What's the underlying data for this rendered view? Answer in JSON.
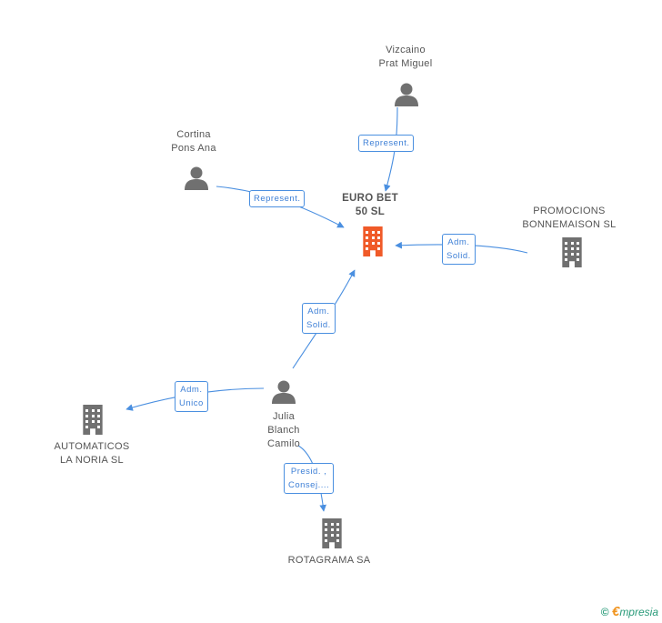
{
  "colors": {
    "edge": "#4a8fe0",
    "node_gray": "#707070",
    "focus": "#f05a28"
  },
  "nodes": {
    "euro_bet": {
      "label": "EURO BET\n50 SL",
      "icon": "building-icon"
    },
    "vizcaino": {
      "label": "Vizcaino\nPrat Miguel",
      "icon": "person-icon"
    },
    "cortina": {
      "label": "Cortina\nPons Ana",
      "icon": "person-icon"
    },
    "promocions": {
      "label": "PROMOCIONS\nBONNEMAISON SL",
      "icon": "building-icon"
    },
    "julia": {
      "label": "Julia\nBlanch\nCamilo",
      "icon": "person-icon"
    },
    "automaticos": {
      "label": "AUTOMATICOS\nLA NORIA SL",
      "icon": "building-icon"
    },
    "rotagrama": {
      "label": "ROTAGRAMA SA",
      "icon": "building-icon"
    }
  },
  "edges": {
    "vizcaino_represent": "Represent.",
    "cortina_represent": "Represent.",
    "promocions_adm": "Adm.\nSolid.",
    "julia_adm_solid": "Adm.\nSolid.",
    "julia_adm_unico": "Adm.\nUnico",
    "julia_presid": "Presid. ,\nConsej...."
  },
  "footer": {
    "copyright": "©",
    "brand_e": "€",
    "brand_rest": "mpresia"
  }
}
